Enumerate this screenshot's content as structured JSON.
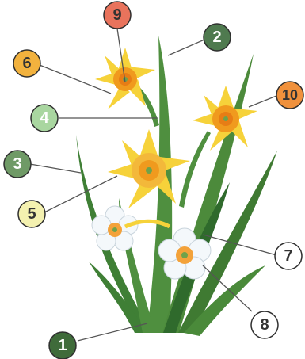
{
  "callouts": [
    {
      "label": "1",
      "color": "#3f6b3a",
      "text_color": "#ffffff"
    },
    {
      "label": "2",
      "color": "#4f7a4f",
      "text_color": "#ffffff"
    },
    {
      "label": "3",
      "color": "#6f9a66",
      "text_color": "#ffffff"
    },
    {
      "label": "4",
      "color": "#a9d6a0",
      "text_color": "#ffffff"
    },
    {
      "label": "5",
      "color": "#f4f1b0",
      "text_color": "#333333"
    },
    {
      "label": "6",
      "color": "#f2b23e",
      "text_color": "#333333"
    },
    {
      "label": "7",
      "color": "#ffffff",
      "text_color": "#333333"
    },
    {
      "label": "8",
      "color": "#ffffff",
      "text_color": "#333333"
    },
    {
      "label": "9",
      "color": "#e9735c",
      "text_color": "#333333"
    },
    {
      "label": "10",
      "color": "#f0913c",
      "text_color": "#333333"
    }
  ],
  "colors": {
    "leaf": "#4f8f3f",
    "leaf_dark": "#2f6a2c",
    "petal_yellow": "#f6d23a",
    "trumpet_orange": "#f09a1e",
    "petal_white": "#f4f8fb",
    "center_orange": "#f3a23a",
    "center_green": "#6fa24a"
  }
}
